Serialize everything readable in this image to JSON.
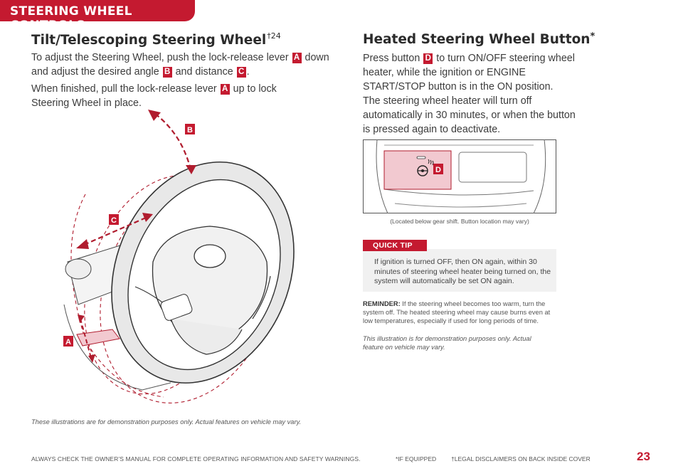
{
  "header": {
    "section_title": "STEERING WHEEL CONTROLS"
  },
  "tilt": {
    "title": "Tilt/Telescoping Steering Wheel",
    "title_superscript": "†24",
    "p1_a": "To adjust the Steering Wheel, push the lock-release lever ",
    "p1_b": " down and adjust the desired angle ",
    "p1_c": " and distance ",
    "p1_d": ".",
    "p2_a": "When finished, pull the lock-release lever ",
    "p2_b": " up to lock Steering Wheel in place.",
    "labels": {
      "a": "A",
      "b": "B",
      "c": "C"
    },
    "disclaimer": "These illustrations are for demonstration purposes only. Actual features on vehicle may vary."
  },
  "heated": {
    "title": "Heated Steering Wheel Button",
    "title_marker": "*",
    "p1_a": "Press button ",
    "p1_b": " to turn ON/OFF steering wheel heater, while the ignition or ENGINE START/STOP button is in the ON position.",
    "p2": "The steering wheel heater will turn off automatically in 30 minutes, or when the button is pressed again to deactivate.",
    "label_d": "D",
    "caption": "(Located below gear shift. Button location may vary)",
    "quick_tip_label": "QUICK TIP",
    "quick_tip_text": "If ignition is turned OFF, then ON again, within 30 minutes of steering wheel heater being turned on, the system will automatically be set ON again.",
    "reminder_label": "REMINDER:",
    "reminder_text": " If the steering wheel becomes too warm, turn the system off. The heated steering wheel may cause burns even at low temperatures, especially if used for long periods of time.",
    "demo_note": "This illustration is for demonstration purposes only. Actual feature on vehicle may vary."
  },
  "footer": {
    "warning": "ALWAYS CHECK THE OWNER’S MANUAL FOR COMPLETE OPERATING INFORMATION AND SAFETY WARNINGS.",
    "if_equipped": "*IF EQUIPPED",
    "legal": "†LEGAL DISCLAIMERS ON BACK INSIDE COVER",
    "page_number": "23"
  },
  "colors": {
    "brand_red": "#c41a30",
    "dash_red": "#b01c2e",
    "highlight_pink": "#f2c9d0"
  }
}
